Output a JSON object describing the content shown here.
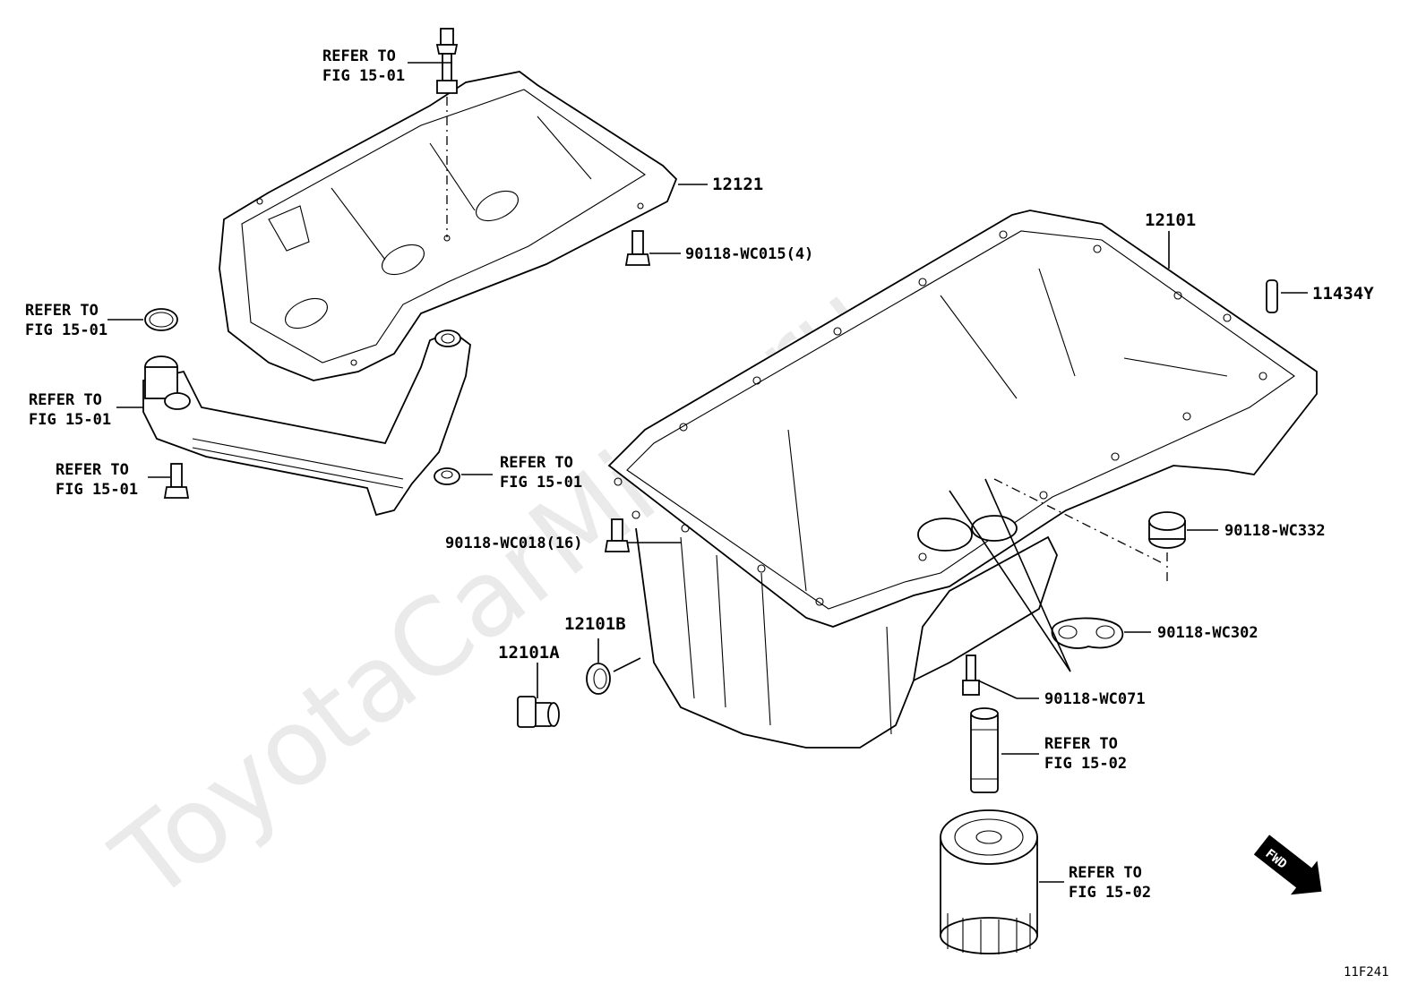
{
  "watermark": "ToyotaCarMine.ru",
  "figure_id": "11F241",
  "fwd_label": "FWD",
  "labels": {
    "refer_top_l1": "REFER TO",
    "refer_top_l2": "FIG 15-01",
    "refer_oring_l1": "REFER TO",
    "refer_oring_l2": "FIG 15-01",
    "refer_strainer_l1": "REFER TO",
    "refer_strainer_l2": "FIG 15-01",
    "refer_bolt_l1": "REFER TO",
    "refer_bolt_l2": "FIG 15-01",
    "refer_grommet_l1": "REFER TO",
    "refer_grommet_l2": "FIG 15-01",
    "refer_stud_l1": "REFER TO",
    "refer_stud_l2": "FIG 15-02",
    "refer_filter_l1": "REFER TO",
    "refer_filter_l2": "FIG 15-02"
  },
  "parts": {
    "baffle": "12121",
    "oil_pan": "12101",
    "pin": "11434Y",
    "bolt_baffle": "90118-WC015(4)",
    "bolt_pan": "90118-WC018(16)",
    "ring_plug": "90118-WC332",
    "gasket": "90118-WC302",
    "bolt_gasket": "90118-WC071",
    "drain_plug": "12101A",
    "drain_washer": "12101B"
  }
}
